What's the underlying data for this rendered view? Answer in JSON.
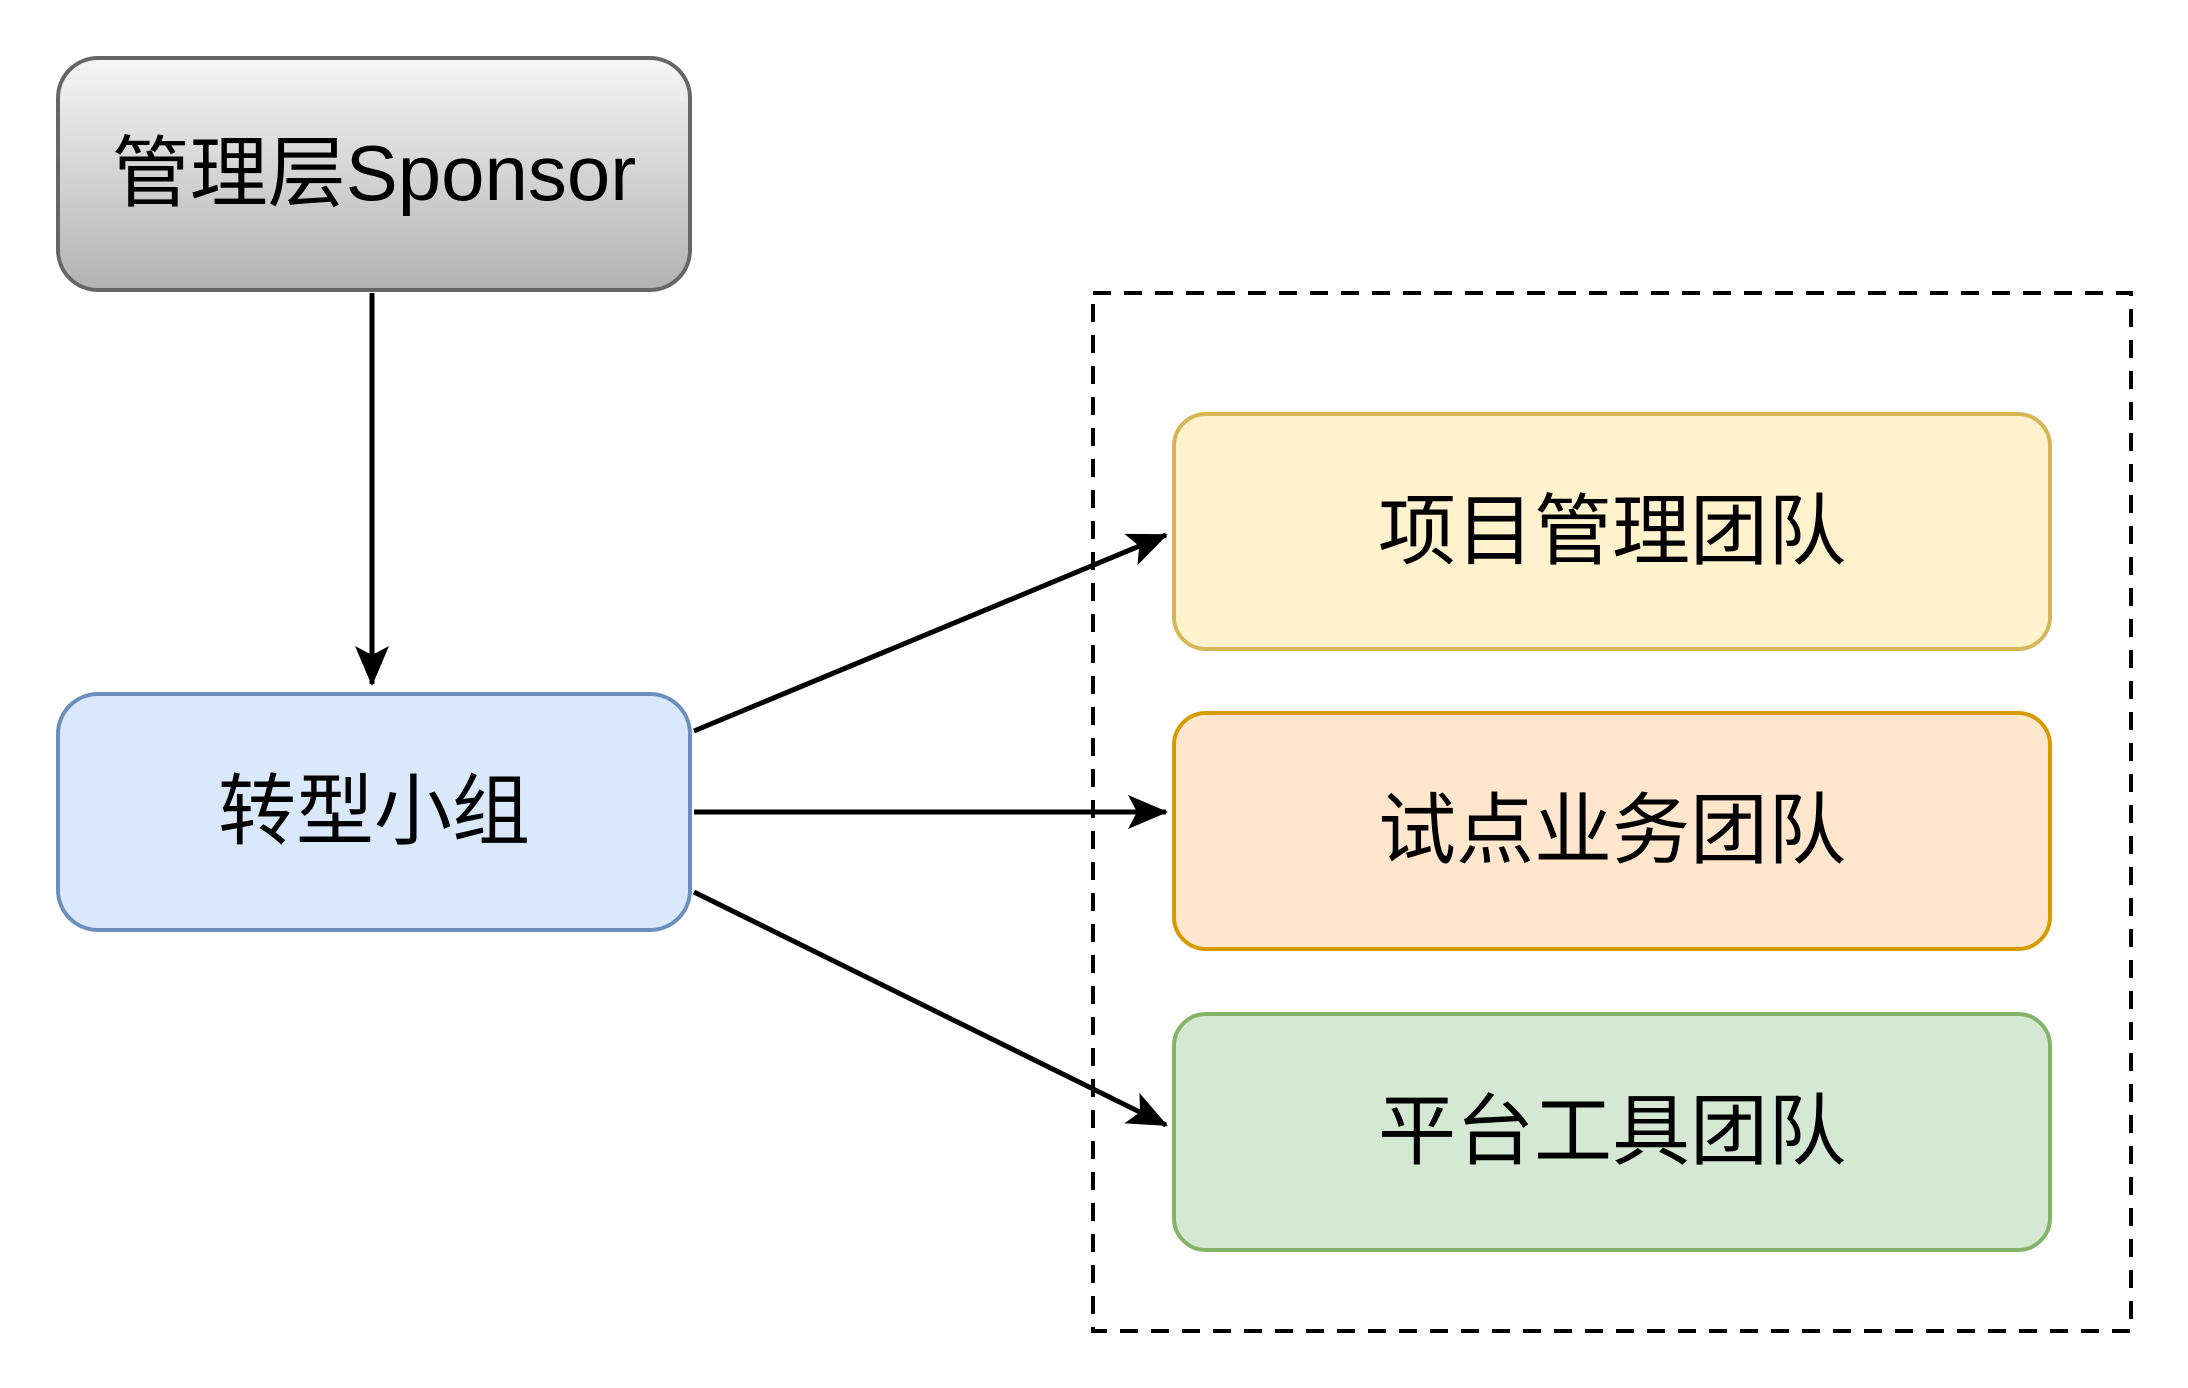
{
  "diagram": {
    "background_color": "#ffffff",
    "edge_color": "#000000",
    "nodes": {
      "sponsor": {
        "label": "管理层Sponsor",
        "fill_top": "#f5f5f5",
        "fill_bottom": "#b3b3b3",
        "border_color": "#666666"
      },
      "transform_group": {
        "label": "转型小组",
        "fill": "#dae8fc",
        "border_color": "#6c8ebf"
      },
      "project_team": {
        "label": "项目管理团队",
        "fill": "#fff2cc",
        "border_color": "#d6b656"
      },
      "pilot_team": {
        "label": "试点业务团队",
        "fill": "#ffe6cc",
        "border_color": "#d79b00"
      },
      "platform_team": {
        "label": "平台工具团队",
        "fill": "#d5e8d4",
        "border_color": "#82b366"
      }
    },
    "group_boundary": {
      "style": "dashed",
      "color": "#000000",
      "contains": [
        "project_team",
        "pilot_team",
        "platform_team"
      ]
    },
    "edges": [
      {
        "from": "sponsor",
        "to": "transform_group",
        "arrow": "filled-classic"
      },
      {
        "from": "transform_group",
        "to": "project_team",
        "arrow": "filled-classic"
      },
      {
        "from": "transform_group",
        "to": "pilot_team",
        "arrow": "filled-classic"
      },
      {
        "from": "transform_group",
        "to": "platform_team",
        "arrow": "filled-classic"
      }
    ]
  }
}
